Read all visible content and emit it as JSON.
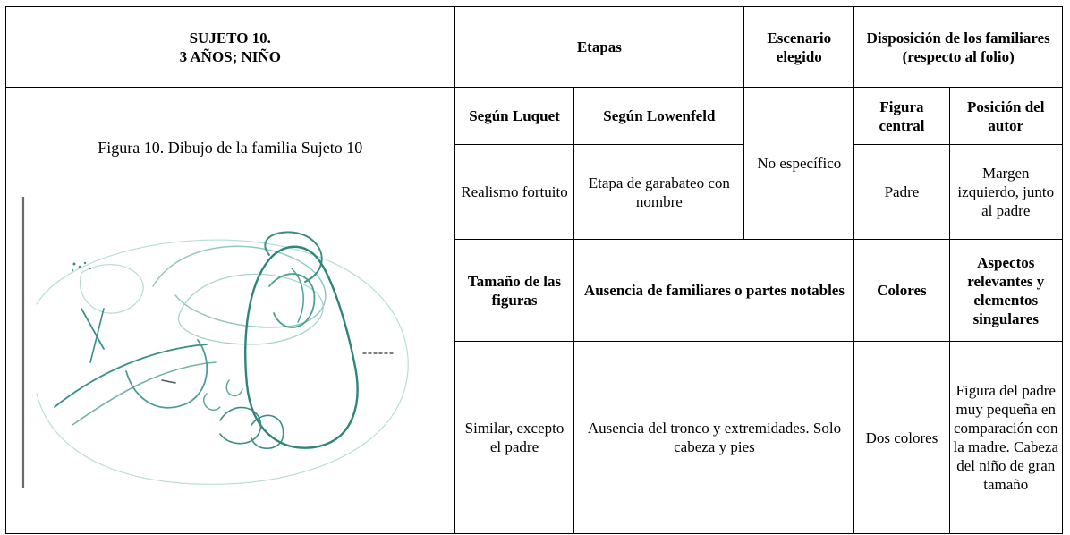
{
  "subject": {
    "title_line1": "SUJETO 10.",
    "title_line2": "3 AÑOS; NIÑO"
  },
  "headers": {
    "etapas": "Etapas",
    "escenario": "Escenario elegido",
    "disposicion": "Disposición de los familiares",
    "disposicion_sub": "(respecto al folio)",
    "segun_luquet": "Según Luquet",
    "segun_lowenfeld": "Según Lowenfeld",
    "figura_central": "Figura central",
    "posicion_autor": "Posición del autor",
    "tamano": "Tamaño de las figuras",
    "ausencia": "Ausencia de familiares o partes notables",
    "colores": "Colores",
    "aspectos": "Aspectos relevantes y elementos singulares"
  },
  "values": {
    "luquet": "Realismo fortuito",
    "lowenfeld": "Etapa de garabateo con nombre",
    "escenario": "No específico",
    "figura_central": "Padre",
    "posicion_autor": "Margen izquierdo, junto al padre",
    "tamano": "Similar, excepto el padre",
    "ausencia": "Ausencia del tronco y extremidades. Solo cabeza y pies",
    "colores": "Dos colores",
    "aspectos": "Figura del padre muy pequeña en comparación con la madre. Cabeza del niño de gran tamaño"
  },
  "figure": {
    "caption": "Figura 10. Dibujo de la familia Sujeto 10"
  },
  "colors": {
    "ink": "#3a8f85",
    "border": "#000000"
  }
}
